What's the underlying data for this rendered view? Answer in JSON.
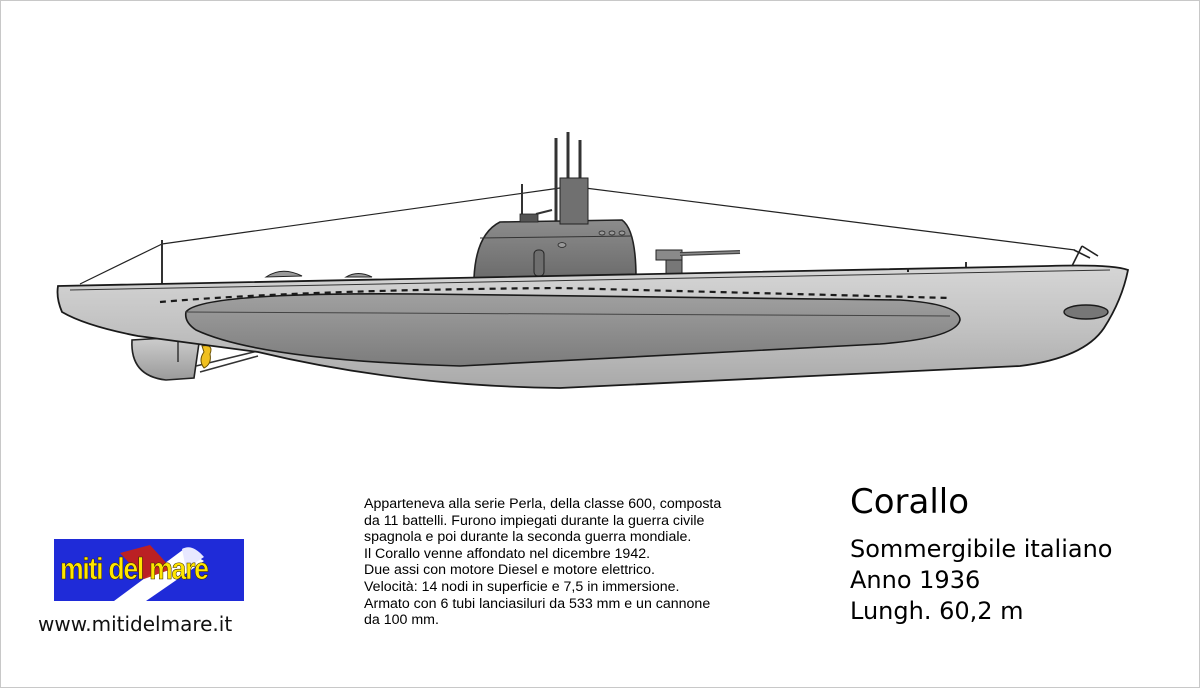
{
  "vessel": {
    "name": "Corallo",
    "specs": [
      "Sommergibile italiano",
      "Anno 1936",
      "Lungh. 60,2 m"
    ]
  },
  "description": {
    "lines": [
      "Apparteneva alla serie Perla, della classe 600, composta",
      "da 11 battelli. Furono impiegati durante la guerra civile",
      "spagnola e poi durante la seconda guerra mondiale.",
      "Il Corallo venne affondato nel dicembre 1942.",
      "Due assi con motore Diesel e motore elettrico.",
      "Velocità: 14 nodi in superficie e 7,5 in immersione.",
      "Armato con 6 tubi lanciasiluri da 533 mm e un cannone",
      "da 100 mm."
    ]
  },
  "branding": {
    "logo_text": "miti del mare",
    "website": "www.mitidelmare.it"
  },
  "colors": {
    "hull_light": "#c4c4c4",
    "hull_dark": "#8a8a8a",
    "tower": "#7e7e7e",
    "logo_bg": "#1f2bd8",
    "logo_text": "#ffe600",
    "propeller": "#f0c020"
  }
}
